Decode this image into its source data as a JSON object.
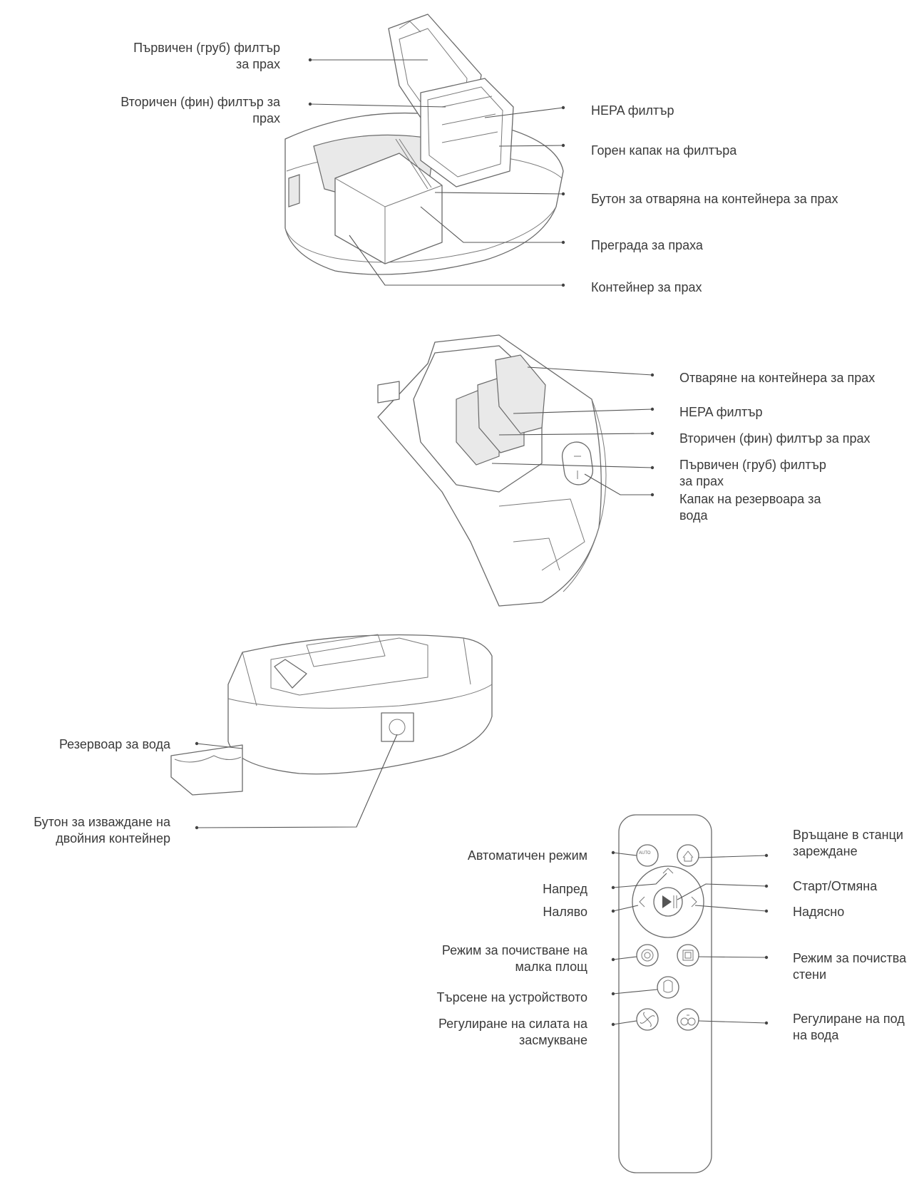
{
  "section1": {
    "left_labels": [
      "Първичен (груб) филтър\nза прах",
      "Вторичен (фин) филтър за\nпрах"
    ],
    "right_labels": [
      "HEPA филтър",
      "Горен капак на филтъра",
      "Бутон за отваряна на контейнера за прах",
      "Преграда за праха",
      "Контейнер за прах"
    ]
  },
  "section2": {
    "right_labels": [
      "Отваряне на контейнера за прах",
      "HEPA филтър",
      "Вторичен (фин) филтър за прах",
      "Първичен (груб) филтър\nза прах",
      "Капак на резервоара за\nвода"
    ]
  },
  "section3": {
    "left_labels": [
      "Резервоар за вода",
      "Бутон за изваждане на\nдвойния контейнер"
    ]
  },
  "remote": {
    "left_labels": [
      "Автоматичен режим",
      "Напред",
      "Наляво",
      "Режим за почистване на\nмалка площ",
      "Търсене на устройството",
      "Регулиране на силата на\nзасмукване"
    ],
    "right_labels": [
      "Връщане в станци\nзареждане",
      "Старт/Отмяна",
      "Надясно",
      "Режим за почиства\nстени",
      "Регулиране на под\nна вода"
    ],
    "auto_button_text": "AUTO"
  }
}
